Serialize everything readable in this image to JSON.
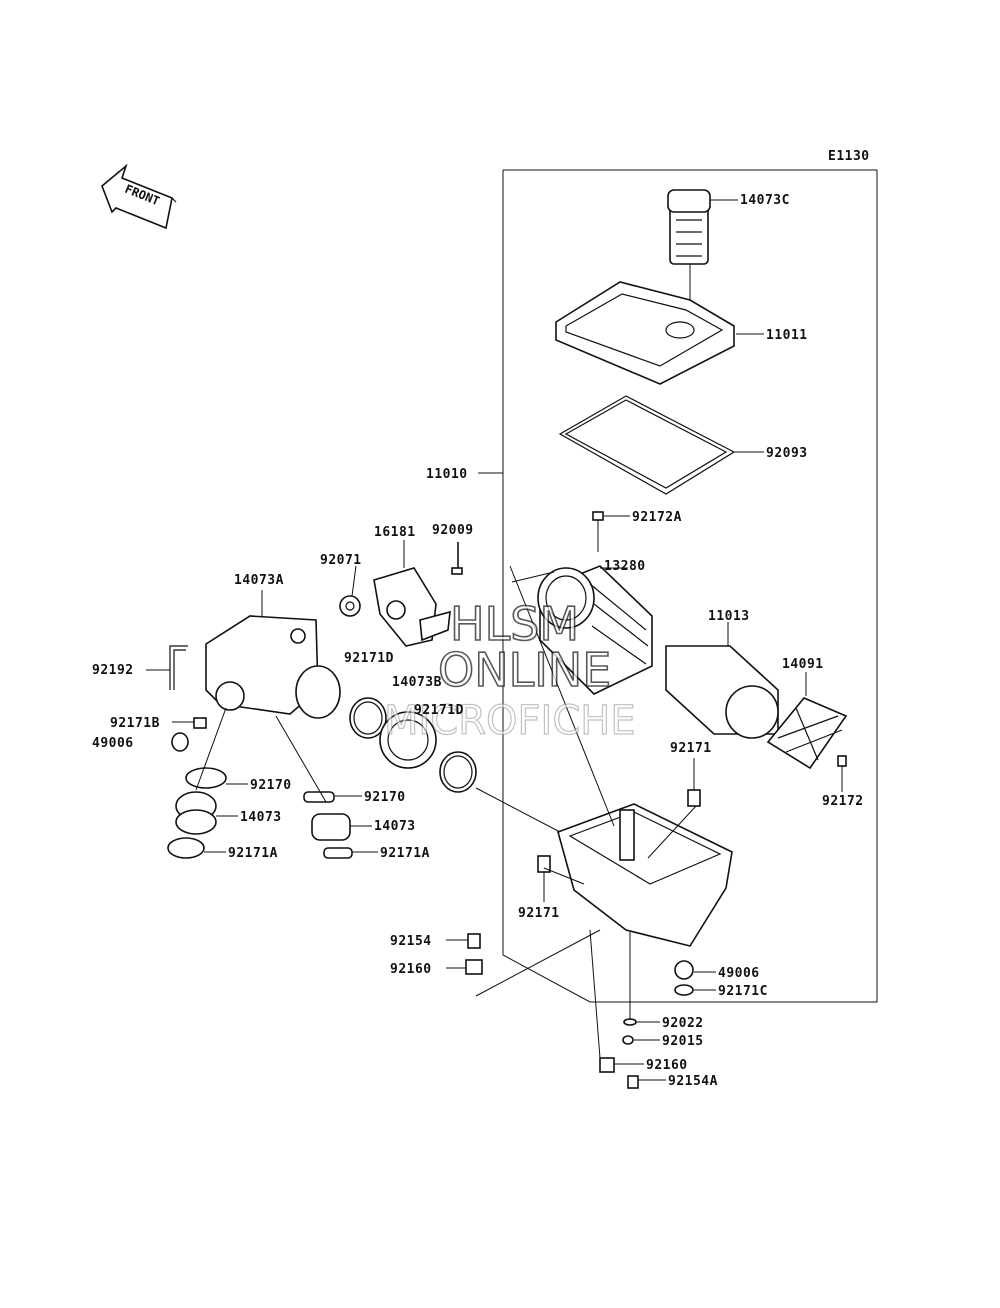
{
  "diagram_id": "E1130",
  "front_label": "FRONT",
  "watermark": {
    "line1": "HLSM",
    "line2": "ONLINE",
    "line3": "MICROFICHE"
  },
  "labels": {
    "p14073C": "14073C",
    "p11011": "11011",
    "p92093": "92093",
    "p11010": "11010",
    "p92172A": "92172A",
    "p16181": "16181",
    "p92009": "92009",
    "p92071": "92071",
    "p14073A": "14073A",
    "p13280": "13280",
    "p11013": "11013",
    "p14091": "14091",
    "p92192": "92192",
    "p92171D_a": "92171D",
    "p14073B": "14073B",
    "p92171D_b": "92171D",
    "p92171B": "92171B",
    "p49006_a": "49006",
    "p92170_a": "92170",
    "p92170_b": "92170",
    "p14073_a": "14073",
    "p14073_b": "14073",
    "p92171A_a": "92171A",
    "p92171A_b": "92171A",
    "p92171_a": "92171",
    "p92172": "92172",
    "p92171_b": "92171",
    "p92154": "92154",
    "p92160_a": "92160",
    "p49006_b": "49006",
    "p92171C": "92171C",
    "p92022": "92022",
    "p92015": "92015",
    "p92160_b": "92160",
    "p92154A": "92154A"
  }
}
